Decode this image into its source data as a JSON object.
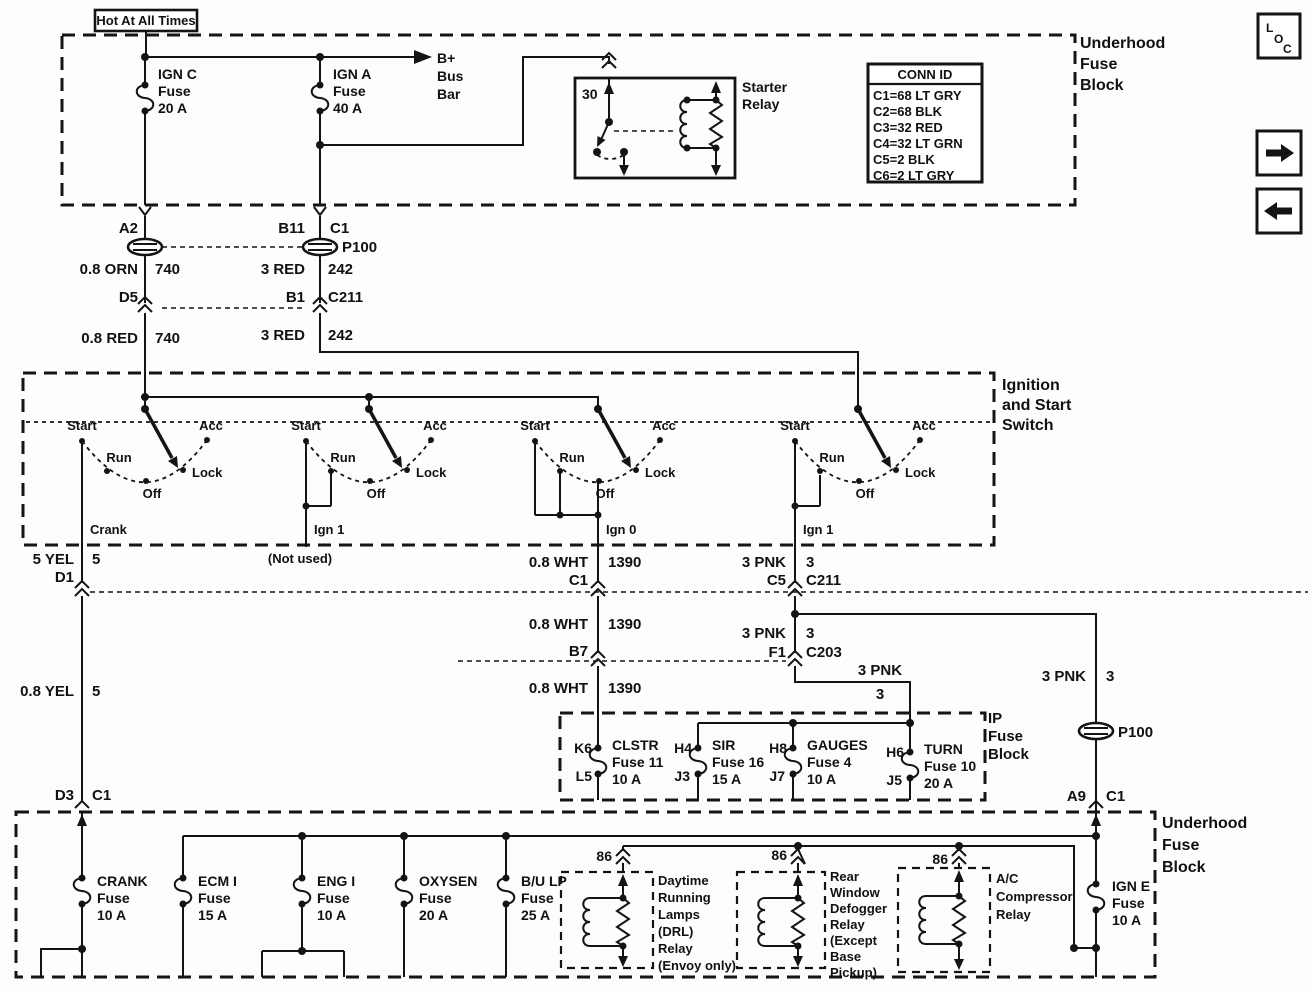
{
  "header": {
    "hot_label": "Hot At All Times"
  },
  "nav": {
    "loc_letters": [
      "L",
      "O",
      "C"
    ]
  },
  "underhood_top": {
    "label": [
      "Underhood",
      "Fuse",
      "Block"
    ],
    "fuses": [
      {
        "name": "IGN C",
        "fuse": "Fuse",
        "amps": "20 A"
      },
      {
        "name": "IGN A",
        "fuse": "Fuse",
        "amps": "40 A"
      }
    ],
    "bus_bar": [
      "B+",
      "Bus",
      "Bar"
    ]
  },
  "starter_relay": {
    "terminal": "30",
    "label": [
      "Starter",
      "Relay"
    ]
  },
  "conn_id": {
    "header": "CONN ID",
    "rows": [
      "C1=68 LT GRY",
      "C2=68 BLK",
      "C3=32 RED",
      "C4=32 LT GRN",
      "C5=2 BLK",
      "C6=2 LT GRY"
    ]
  },
  "connectors": {
    "a2": "A2",
    "b11": "B11",
    "c1_top": "C1",
    "p100_top": "P100",
    "d5": "D5",
    "b1": "B1",
    "c211_top": "C211",
    "d1": "D1",
    "d3": "D3",
    "c1_d3": "C1",
    "c1_mid": "C1",
    "b7": "B7",
    "c5": "C5",
    "c211_mid": "C211",
    "f1": "F1",
    "c203": "C203",
    "p100_right": "P100",
    "a9": "A9",
    "c1_a9": "C1"
  },
  "wire_labels": {
    "orn": {
      "g": "0.8 ORN",
      "c": "740"
    },
    "red3_a": {
      "g": "3 RED",
      "c": "242"
    },
    "red08": {
      "g": "0.8 RED",
      "c": "740"
    },
    "red3_b": {
      "g": "3 RED",
      "c": "242"
    },
    "yel5": {
      "g": "5 YEL",
      "c": "5"
    },
    "yel08": {
      "g": "0.8 YEL",
      "c": "5"
    },
    "wht_a": {
      "g": "0.8 WHT",
      "c": "1390"
    },
    "wht_b": {
      "g": "0.8 WHT",
      "c": "1390"
    },
    "wht_c": {
      "g": "0.8 WHT",
      "c": "1390"
    },
    "pnk_a": {
      "g": "3 PNK",
      "c": "3"
    },
    "pnk_b": {
      "g": "3 PNK",
      "c": "3"
    },
    "pnk_c": {
      "g": "3 PNK",
      "c": "3"
    },
    "pnk_d": {
      "g": "3 PNK",
      "c": "3"
    }
  },
  "ignition_switch": {
    "label": [
      "Ignition",
      "and Start",
      "Switch"
    ],
    "positions": {
      "start": "Start",
      "run": "Run",
      "off": "Off",
      "lock": "Lock",
      "acc": "Acc"
    },
    "outputs": [
      "Crank",
      "Ign 1",
      "Ign 0",
      "Ign 1"
    ],
    "not_used": "(Not used)"
  },
  "ip_fuse_block": {
    "label": [
      "IP",
      "Fuse",
      "Block"
    ],
    "fuses": [
      {
        "top": "K6",
        "bot": "L5",
        "name": "CLSTR",
        "fuse": "Fuse 11",
        "amps": "10 A"
      },
      {
        "top": "H4",
        "bot": "J3",
        "name": "SIR",
        "fuse": "Fuse 16",
        "amps": "15 A"
      },
      {
        "top": "H8",
        "bot": "J7",
        "name": "GAUGES",
        "fuse": "Fuse 4",
        "amps": "10 A"
      },
      {
        "top": "H6",
        "bot": "J5",
        "name": "TURN",
        "fuse": "Fuse 10",
        "amps": "20 A"
      }
    ]
  },
  "underhood_bottom": {
    "label": [
      "Underhood",
      "Fuse",
      "Block"
    ],
    "fuses": [
      {
        "name": "CRANK",
        "fuse": "Fuse",
        "amps": "10 A"
      },
      {
        "name": "ECM I",
        "fuse": "Fuse",
        "amps": "15 A"
      },
      {
        "name": "ENG I",
        "fuse": "Fuse",
        "amps": "10 A"
      },
      {
        "name": "OXYSEN",
        "fuse": "Fuse",
        "amps": "20 A"
      },
      {
        "name": "B/U LP",
        "fuse": "Fuse",
        "amps": "25 A"
      },
      {
        "name": "IGN E",
        "fuse": "Fuse",
        "amps": "10 A"
      }
    ],
    "relay_terminal": "86",
    "relays": [
      {
        "lines": [
          "Daytime",
          "Running",
          "Lamps",
          "(DRL)",
          "Relay",
          "(Envoy only)"
        ]
      },
      {
        "lines": [
          "Rear",
          "Window",
          "Defogger",
          "Relay",
          "(Except",
          "Base",
          "Pickup)"
        ]
      },
      {
        "lines": [
          "A/C",
          "Compressor",
          "Relay"
        ]
      }
    ]
  }
}
